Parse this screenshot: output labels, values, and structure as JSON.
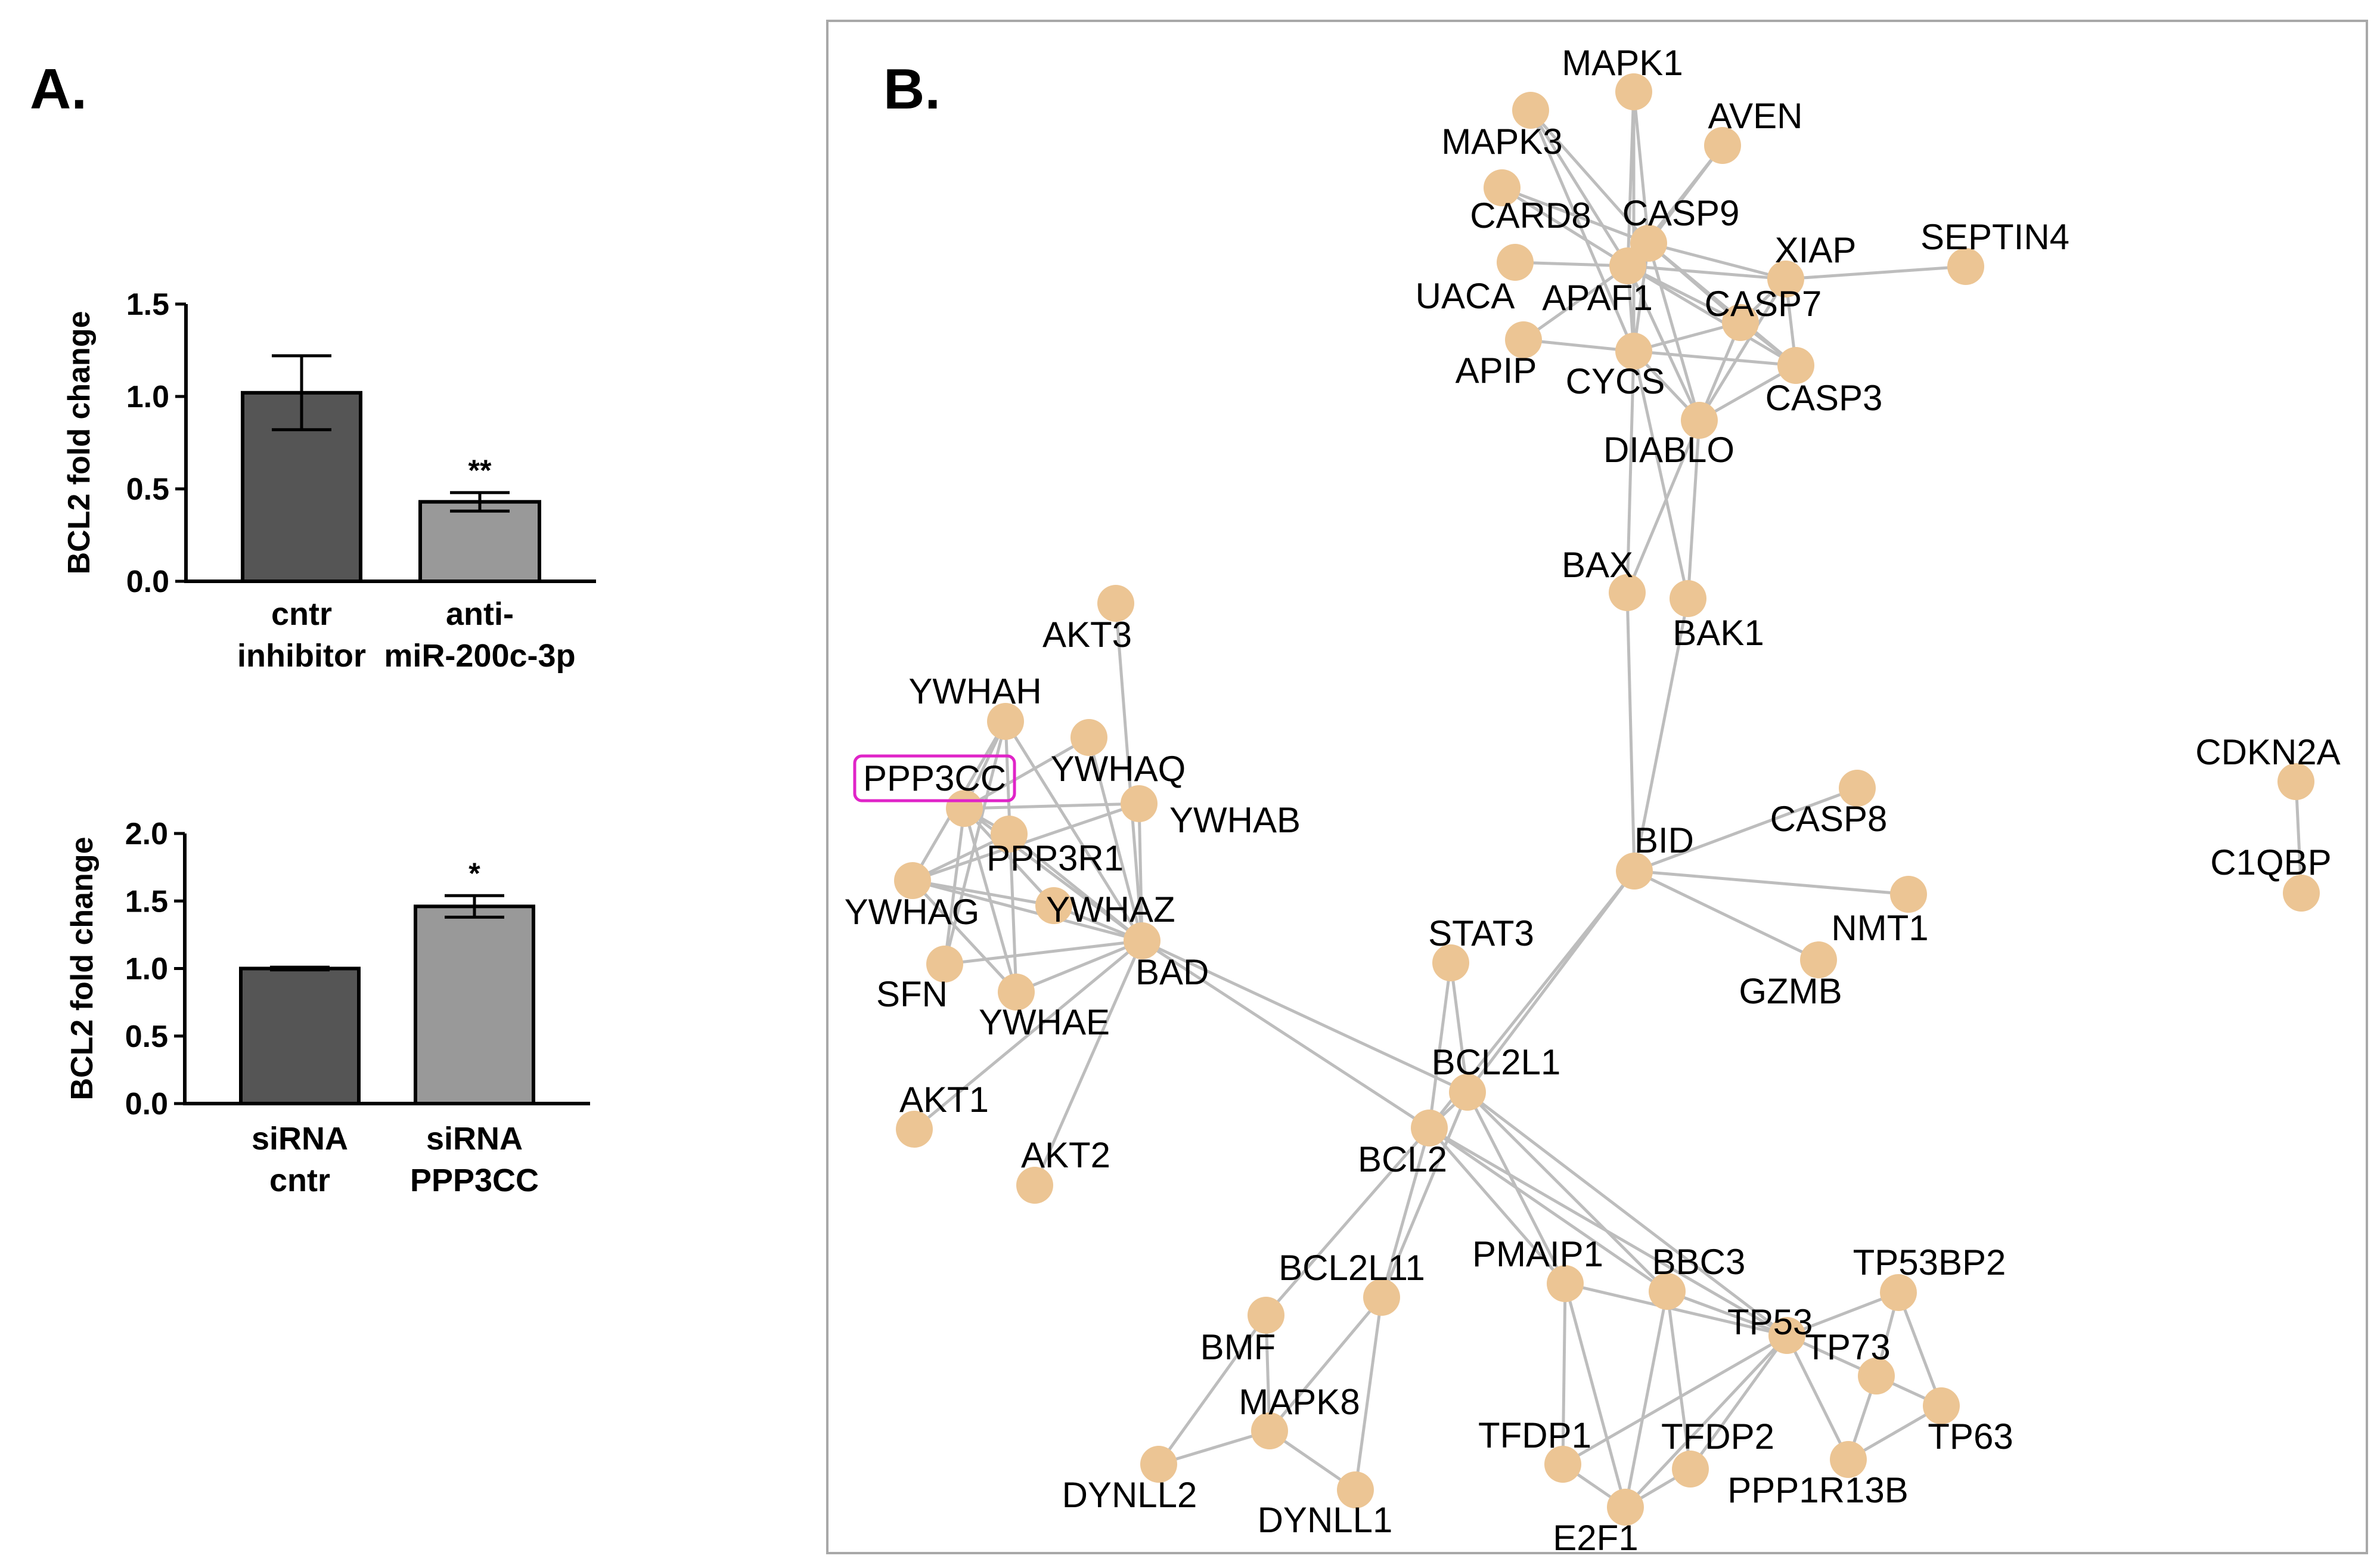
{
  "panels": {
    "a_label": "A.",
    "b_label": "B."
  },
  "chart_data": [
    {
      "type": "bar",
      "categories": [
        "cntr\ninhibitor",
        "anti-\nmiR-200c-3p"
      ],
      "values": [
        1.02,
        0.43
      ],
      "errors": [
        0.2,
        0.05
      ],
      "significance": [
        "",
        "**"
      ],
      "ylabel": "BCL2 fold change",
      "ylim": [
        0,
        1.5
      ],
      "yticks": [
        "0.0",
        "0.5",
        "1.0",
        "1.5"
      ],
      "bar_colors": [
        "#555555",
        "#999999"
      ]
    },
    {
      "type": "bar",
      "categories": [
        "siRNA\ncntr",
        "siRNA\nPPP3CC"
      ],
      "values": [
        1.0,
        1.46
      ],
      "errors": [
        0.01,
        0.08
      ],
      "significance": [
        "",
        "*"
      ],
      "ylabel": "BCL2 fold change",
      "ylim": [
        0,
        2.0
      ],
      "yticks": [
        "0.0",
        "0.5",
        "1.0",
        "1.5",
        "2.0"
      ],
      "bar_colors": [
        "#555555",
        "#999999"
      ]
    }
  ],
  "network": {
    "node_color": "#ecc594",
    "edge_color": "#bdbdbd",
    "highlight_color": "#e024c8",
    "highlighted_node": "PPP3CC",
    "nodes": [
      "MAPK1",
      "MAPK3",
      "AVEN",
      "CARD8",
      "CASP9",
      "XIAP",
      "SEPTIN4",
      "UACA",
      "APAF1",
      "CASP7",
      "APIP",
      "CYCS",
      "CASP3",
      "DIABLO",
      "BAX",
      "BAK1",
      "AKT3",
      "YWHAH",
      "YWHAQ",
      "PPP3CC",
      "YWHAB",
      "PPP3R1",
      "YWHAG",
      "YWHAZ",
      "BAD",
      "SFN",
      "YWHAE",
      "AKT1",
      "AKT2",
      "BID",
      "CASP8",
      "NMT1",
      "GZMB",
      "STAT3",
      "BCL2L1",
      "BCL2",
      "BCL2L11",
      "BMF",
      "MAPK8",
      "DYNLL2",
      "DYNLL1",
      "PMAIP1",
      "BBC3",
      "TP53",
      "TP53BP2",
      "TP73",
      "TP63",
      "PPP1R13B",
      "TFDP1",
      "TFDP2",
      "E2F1",
      "CDKN2A",
      "C1QBP"
    ],
    "edges": [
      [
        "MAPK1",
        "CASP9"
      ],
      [
        "MAPK1",
        "APAF1"
      ],
      [
        "MAPK1",
        "CYCS"
      ],
      [
        "MAPK3",
        "CASP9"
      ],
      [
        "MAPK3",
        "APAF1"
      ],
      [
        "MAPK3",
        "CYCS"
      ],
      [
        "AVEN",
        "CASP9"
      ],
      [
        "AVEN",
        "APAF1"
      ],
      [
        "CARD8",
        "CASP9"
      ],
      [
        "CARD8",
        "APAF1"
      ],
      [
        "CASP9",
        "APAF1"
      ],
      [
        "CASP9",
        "XIAP"
      ],
      [
        "CASP9",
        "CASP7"
      ],
      [
        "CASP9",
        "CASP3"
      ],
      [
        "CASP9",
        "CYCS"
      ],
      [
        "CASP9",
        "DIABLO"
      ],
      [
        "XIAP",
        "SEPTIN4"
      ],
      [
        "XIAP",
        "CASP7"
      ],
      [
        "XIAP",
        "CASP3"
      ],
      [
        "XIAP",
        "DIABLO"
      ],
      [
        "XIAP",
        "APAF1"
      ],
      [
        "UACA",
        "APAF1"
      ],
      [
        "APAF1",
        "CYCS"
      ],
      [
        "APAF1",
        "CASP7"
      ],
      [
        "APAF1",
        "CASP3"
      ],
      [
        "APAF1",
        "APIP"
      ],
      [
        "APAF1",
        "DIABLO"
      ],
      [
        "APIP",
        "CYCS"
      ],
      [
        "CYCS",
        "CASP3"
      ],
      [
        "CYCS",
        "DIABLO"
      ],
      [
        "CYCS",
        "CASP7"
      ],
      [
        "CYCS",
        "BAX"
      ],
      [
        "CYCS",
        "BAK1"
      ],
      [
        "CASP7",
        "CASP3"
      ],
      [
        "CASP7",
        "DIABLO"
      ],
      [
        "CASP3",
        "DIABLO"
      ],
      [
        "DIABLO",
        "BAX"
      ],
      [
        "DIABLO",
        "BAK1"
      ],
      [
        "BAX",
        "BID"
      ],
      [
        "BAK1",
        "BID"
      ],
      [
        "AKT3",
        "BAD"
      ],
      [
        "YWHAH",
        "BAD"
      ],
      [
        "YWHAH",
        "PPP3CC"
      ],
      [
        "YWHAH",
        "YWHAG"
      ],
      [
        "YWHAQ",
        "BAD"
      ],
      [
        "YWHAQ",
        "PPP3CC"
      ],
      [
        "YWHAB",
        "BAD"
      ],
      [
        "YWHAB",
        "PPP3CC"
      ],
      [
        "YWHAB",
        "YWHAG"
      ],
      [
        "PPP3CC",
        "PPP3R1"
      ],
      [
        "PPP3CC",
        "BAD"
      ],
      [
        "PPP3CC",
        "YWHAE"
      ],
      [
        "PPP3CC",
        "SFN"
      ],
      [
        "PPP3CC",
        "YWHAZ"
      ],
      [
        "PPP3R1",
        "BAD"
      ],
      [
        "PPP3R1",
        "YWHAG"
      ],
      [
        "YWHAG",
        "BAD"
      ],
      [
        "YWHAG",
        "YWHAZ"
      ],
      [
        "YWHAG",
        "YWHAE"
      ],
      [
        "YWHAZ",
        "BAD"
      ],
      [
        "SFN",
        "BAD"
      ],
      [
        "SFN",
        "YWHAH"
      ],
      [
        "YWHAE",
        "BAD"
      ],
      [
        "YWHAE",
        "YWHAH"
      ],
      [
        "AKT1",
        "BAD"
      ],
      [
        "AKT2",
        "BAD"
      ],
      [
        "BAD",
        "BCL2L1"
      ],
      [
        "BAD",
        "BCL2"
      ],
      [
        "BID",
        "CASP8"
      ],
      [
        "BID",
        "NMT1"
      ],
      [
        "BID",
        "GZMB"
      ],
      [
        "BID",
        "BCL2L1"
      ],
      [
        "BID",
        "BCL2"
      ],
      [
        "STAT3",
        "BCL2L1"
      ],
      [
        "STAT3",
        "BCL2"
      ],
      [
        "BCL2L1",
        "BCL2"
      ],
      [
        "BCL2L1",
        "BCL2L11"
      ],
      [
        "BCL2L1",
        "PMAIP1"
      ],
      [
        "BCL2L1",
        "BBC3"
      ],
      [
        "BCL2L1",
        "TP53"
      ],
      [
        "BCL2",
        "BCL2L11"
      ],
      [
        "BCL2",
        "BMF"
      ],
      [
        "BCL2",
        "PMAIP1"
      ],
      [
        "BCL2",
        "BBC3"
      ],
      [
        "BCL2",
        "TP53"
      ],
      [
        "BCL2L11",
        "MAPK8"
      ],
      [
        "BCL2L11",
        "DYNLL1"
      ],
      [
        "BMF",
        "MAPK8"
      ],
      [
        "BMF",
        "DYNLL2"
      ],
      [
        "MAPK8",
        "DYNLL2"
      ],
      [
        "MAPK8",
        "DYNLL1"
      ],
      [
        "PMAIP1",
        "TP53"
      ],
      [
        "PMAIP1",
        "E2F1"
      ],
      [
        "PMAIP1",
        "TFDP1"
      ],
      [
        "BBC3",
        "TP53"
      ],
      [
        "BBC3",
        "E2F1"
      ],
      [
        "BBC3",
        "TFDP2"
      ],
      [
        "TP53",
        "TP53BP2"
      ],
      [
        "TP53",
        "TP73"
      ],
      [
        "TP53",
        "PPP1R13B"
      ],
      [
        "TP53",
        "E2F1"
      ],
      [
        "TP53",
        "TFDP1"
      ],
      [
        "TP53",
        "TFDP2"
      ],
      [
        "TP53BP2",
        "TP73"
      ],
      [
        "TP53BP2",
        "TP63"
      ],
      [
        "TP73",
        "TP63"
      ],
      [
        "TP73",
        "PPP1R13B"
      ],
      [
        "TP63",
        "PPP1R13B"
      ],
      [
        "E2F1",
        "TFDP1"
      ],
      [
        "E2F1",
        "TFDP2"
      ],
      [
        "CDKN2A",
        "C1QBP"
      ]
    ]
  }
}
